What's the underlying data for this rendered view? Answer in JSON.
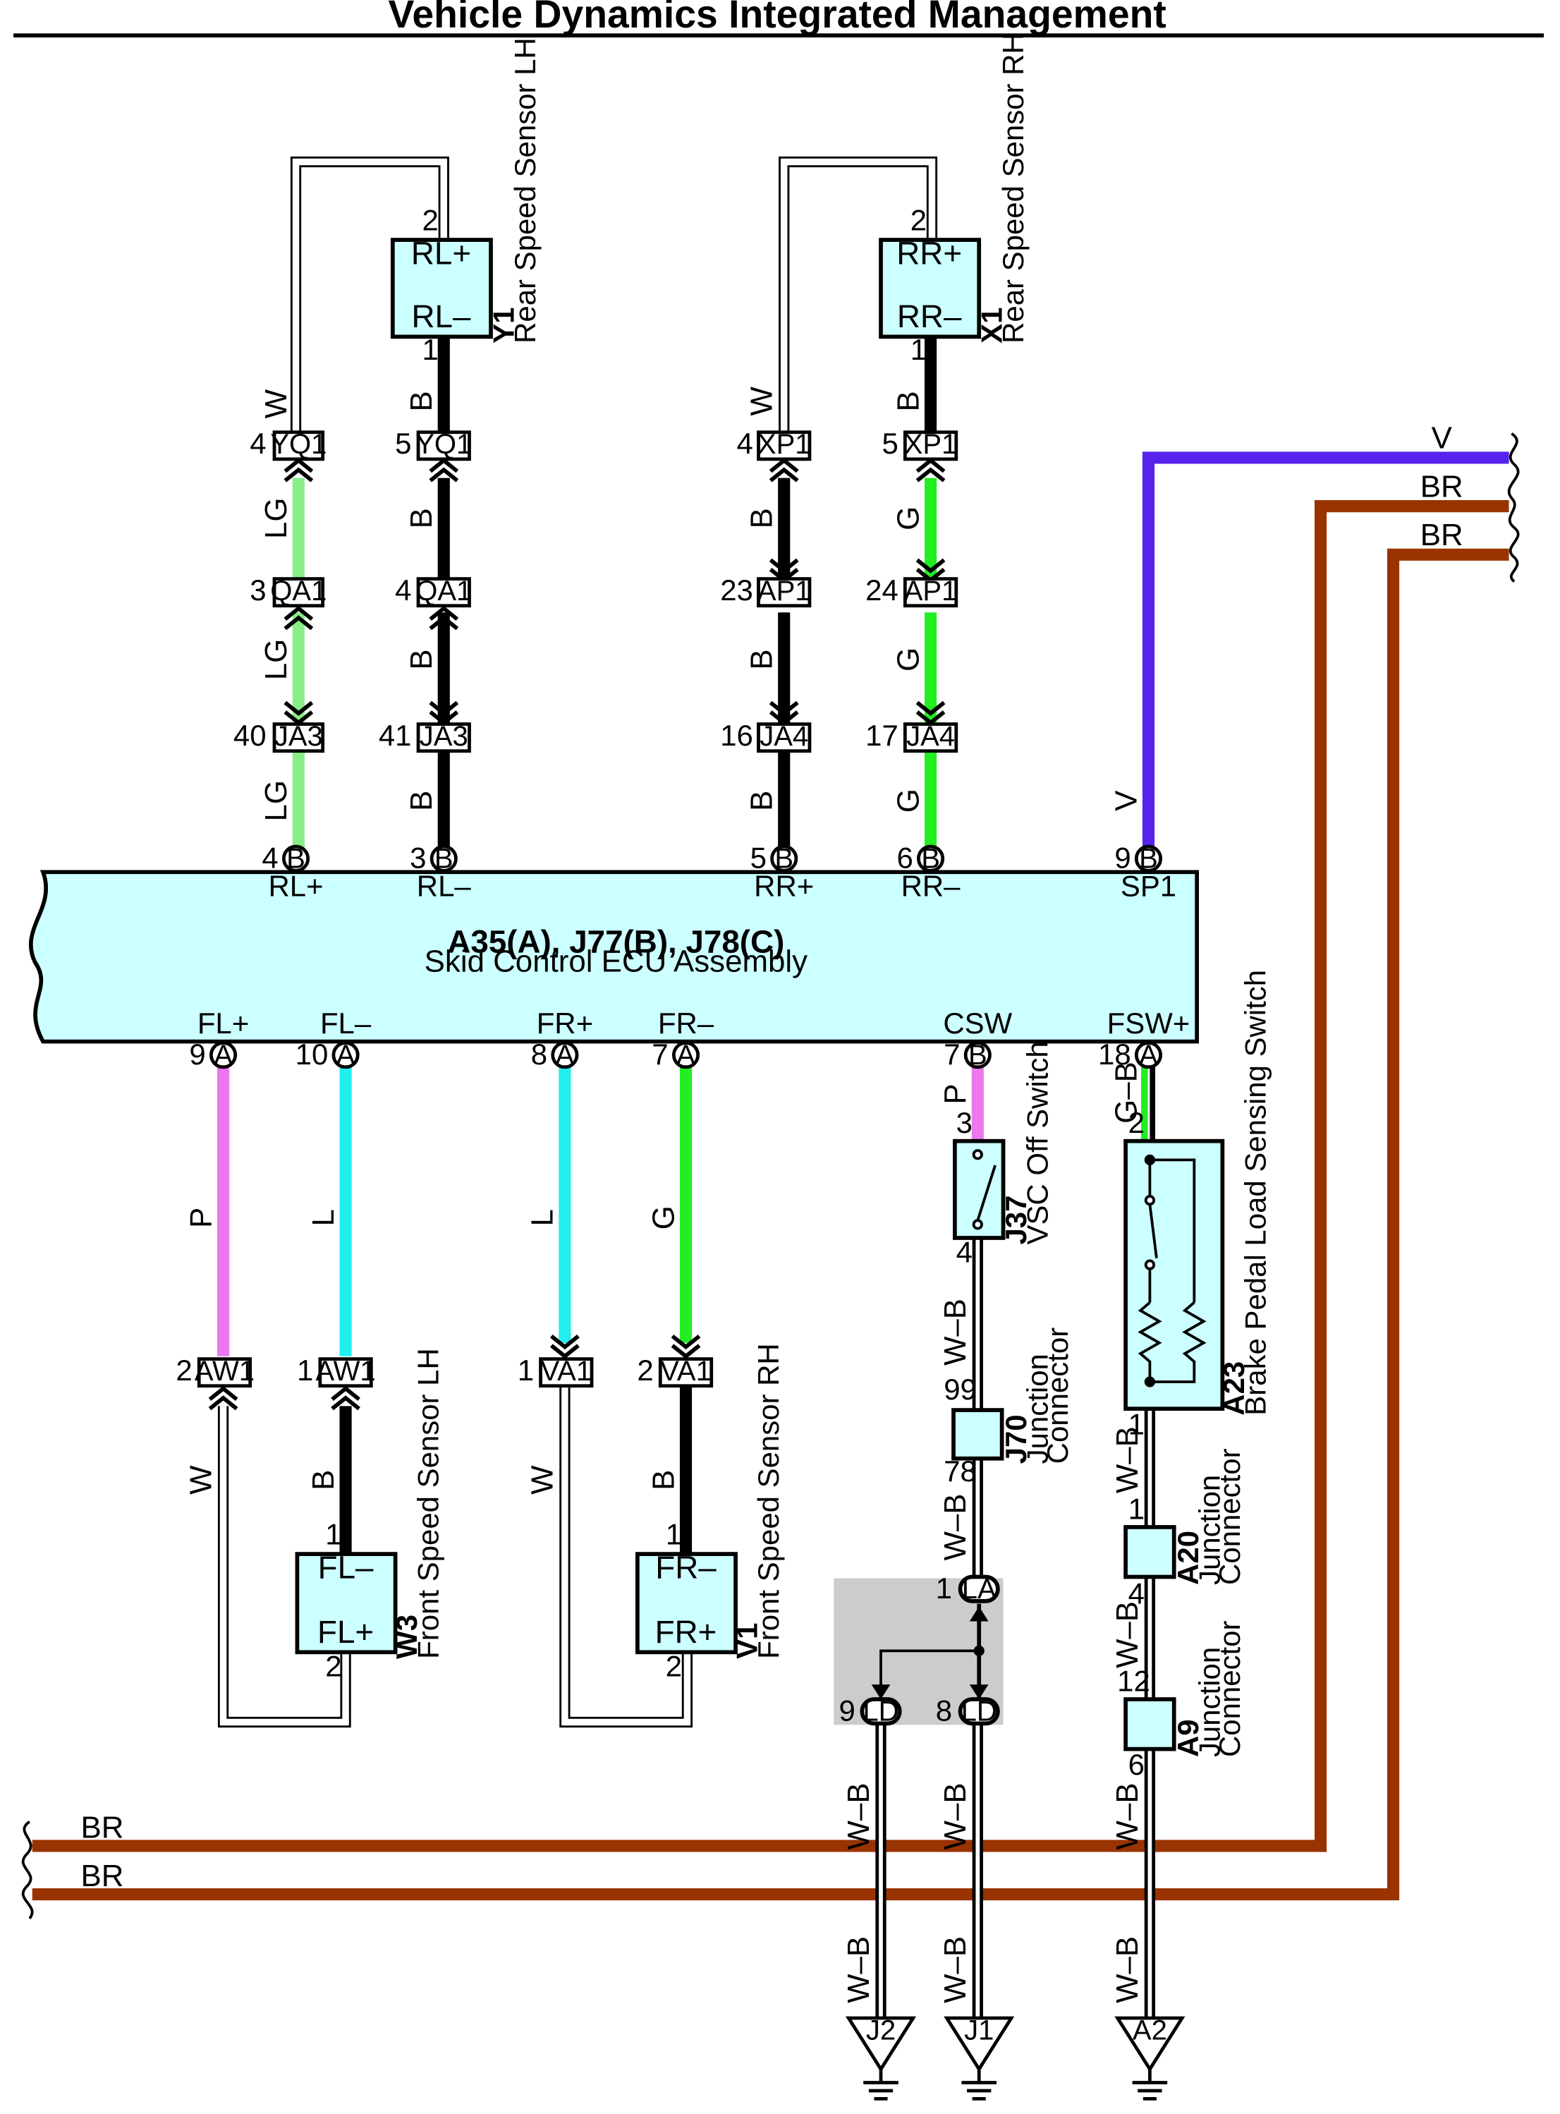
{
  "title": "Vehicle Dynamics Integrated Management",
  "ecu": {
    "name": "A35(A), J77(B), J78(C)",
    "desc": "Skid Control ECU Assembly",
    "top_pins": [
      {
        "num": "4",
        "conn": "B",
        "label": "RL+",
        "wire": "LG"
      },
      {
        "num": "3",
        "conn": "B",
        "label": "RL–",
        "wire": "B"
      },
      {
        "num": "5",
        "conn": "B",
        "label": "RR+",
        "wire": "B"
      },
      {
        "num": "6",
        "conn": "B",
        "label": "RR–",
        "wire": "G"
      },
      {
        "num": "9",
        "conn": "B",
        "label": "SP1",
        "wire": "V"
      }
    ],
    "bottom_pins": [
      {
        "num": "9",
        "conn": "A",
        "label": "FL+",
        "wire": "P"
      },
      {
        "num": "10",
        "conn": "A",
        "label": "FL–",
        "wire": "L"
      },
      {
        "num": "8",
        "conn": "A",
        "label": "FR+",
        "wire": "L"
      },
      {
        "num": "7",
        "conn": "A",
        "label": "FR–",
        "wire": "G"
      },
      {
        "num": "7",
        "conn": "B",
        "label": "CSW",
        "wire": "P"
      },
      {
        "num": "18",
        "conn": "A",
        "label": "FSW+",
        "wire": "G–B"
      }
    ]
  },
  "sensors": {
    "rl": {
      "id": "Y1",
      "name": "Rear Speed Sensor LH",
      "t1": "RL+",
      "t2": "RL–",
      "p_top": "2",
      "p_bot": "1"
    },
    "rr": {
      "id": "X1",
      "name": "Rear Speed Sensor RH",
      "t1": "RR+",
      "t2": "RR–",
      "p_top": "2",
      "p_bot": "1"
    },
    "fl": {
      "id": "W3",
      "name": "Front Speed Sensor LH",
      "t1": "FL–",
      "t2": "FL+",
      "p_top": "1",
      "p_bot": "2"
    },
    "fr": {
      "id": "V1",
      "name": "Front Speed Sensor RH",
      "t1": "FR–",
      "t2": "FR+",
      "p_top": "1",
      "p_bot": "2"
    }
  },
  "rear_connectors": [
    {
      "upper": {
        "name": "YQ1",
        "pin": "4"
      },
      "mid": {
        "name": "QA1",
        "pin": "3"
      },
      "lower": {
        "name": "JA3",
        "pin": "40"
      },
      "w1": "W",
      "w2": "LG",
      "w3": "LG",
      "w4": "LG"
    },
    {
      "upper": {
        "name": "YQ1",
        "pin": "5"
      },
      "mid": {
        "name": "QA1",
        "pin": "4"
      },
      "lower": {
        "name": "JA3",
        "pin": "41"
      },
      "w1": "B",
      "w2": "B",
      "w3": "B",
      "w4": "B"
    },
    {
      "upper": {
        "name": "XP1",
        "pin": "4"
      },
      "mid": {
        "name": "AP1",
        "pin": "23"
      },
      "lower": {
        "name": "JA4",
        "pin": "16"
      },
      "w1": "W",
      "w2": "B",
      "w3": "B",
      "w4": "B"
    },
    {
      "upper": {
        "name": "XP1",
        "pin": "5"
      },
      "mid": {
        "name": "AP1",
        "pin": "24"
      },
      "lower": {
        "name": "JA4",
        "pin": "17"
      },
      "w1": "B",
      "w2": "G",
      "w3": "G",
      "w4": "G"
    }
  ],
  "front_connectors": [
    {
      "name": "AW1",
      "pin": "2",
      "wire_below": "W"
    },
    {
      "name": "AW1",
      "pin": "1",
      "wire_below": "B"
    },
    {
      "name": "VA1",
      "pin": "1",
      "wire_below": "W"
    },
    {
      "name": "VA1",
      "pin": "2",
      "wire_below": "B"
    }
  ],
  "switches": {
    "vsc": {
      "id": "J37",
      "name": "VSC Off Switch",
      "p_top": "3",
      "p_bot": "4"
    },
    "brake": {
      "id": "A23",
      "name": "Brake Pedal Load Sensing Switch",
      "p_top": "2",
      "p_bot": "1"
    }
  },
  "junctions": {
    "j70": {
      "id": "J70",
      "line1": "Junction",
      "line2": "Connector",
      "p_top": "99",
      "p_bot": "78"
    },
    "a20": {
      "id": "A20",
      "line1": "Junction",
      "line2": "Connector",
      "p_top": "1",
      "p_bot": "4"
    },
    "a9": {
      "id": "A9",
      "line1": "Junction",
      "line2": "Connector",
      "p_top": "12",
      "p_bot": "6"
    }
  },
  "splice": {
    "la": {
      "name": "LA",
      "pin": "1"
    },
    "ld1": {
      "name": "LD",
      "pin": "9"
    },
    "ld2": {
      "name": "LD",
      "pin": "8"
    }
  },
  "wires": {
    "wb": "W–B",
    "v": "V",
    "br": "BR"
  },
  "grounds": [
    "J2",
    "J1",
    "A2"
  ],
  "colors": {
    "ecu_fill": "#ccffff",
    "LG": "#88ee88",
    "G": "#22ee22",
    "B": "#000000",
    "W": "#ffffff",
    "P": "#ee77ee",
    "L": "#22eeee",
    "V": "#5522ee",
    "BR": "#993300",
    "splice_bg": "#cccccc"
  }
}
